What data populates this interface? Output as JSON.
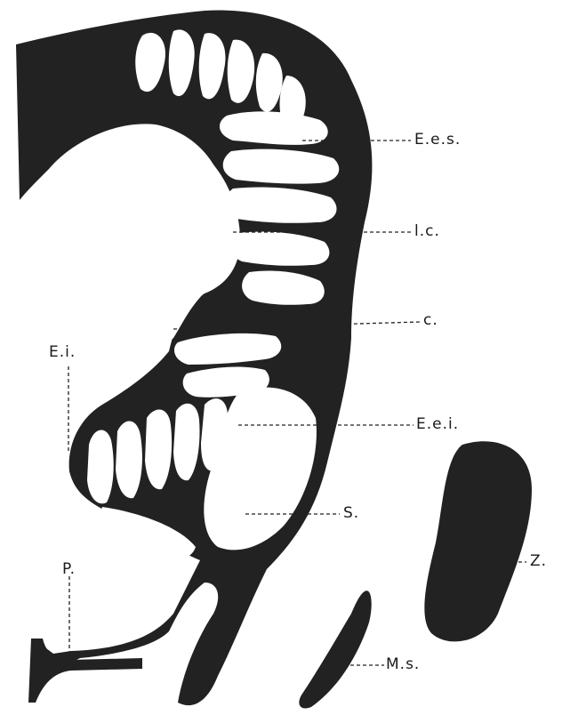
{
  "figure": {
    "ink_color": "#222222",
    "paper_color": "#ffffff",
    "labels": {
      "ees": "E.e.s.",
      "lc": "l.c.",
      "c": "c.",
      "ei": "E.i.",
      "eei": "E.e.i.",
      "s": "S.",
      "z": "Z.",
      "p": "P.",
      "ms": "M.s."
    }
  }
}
